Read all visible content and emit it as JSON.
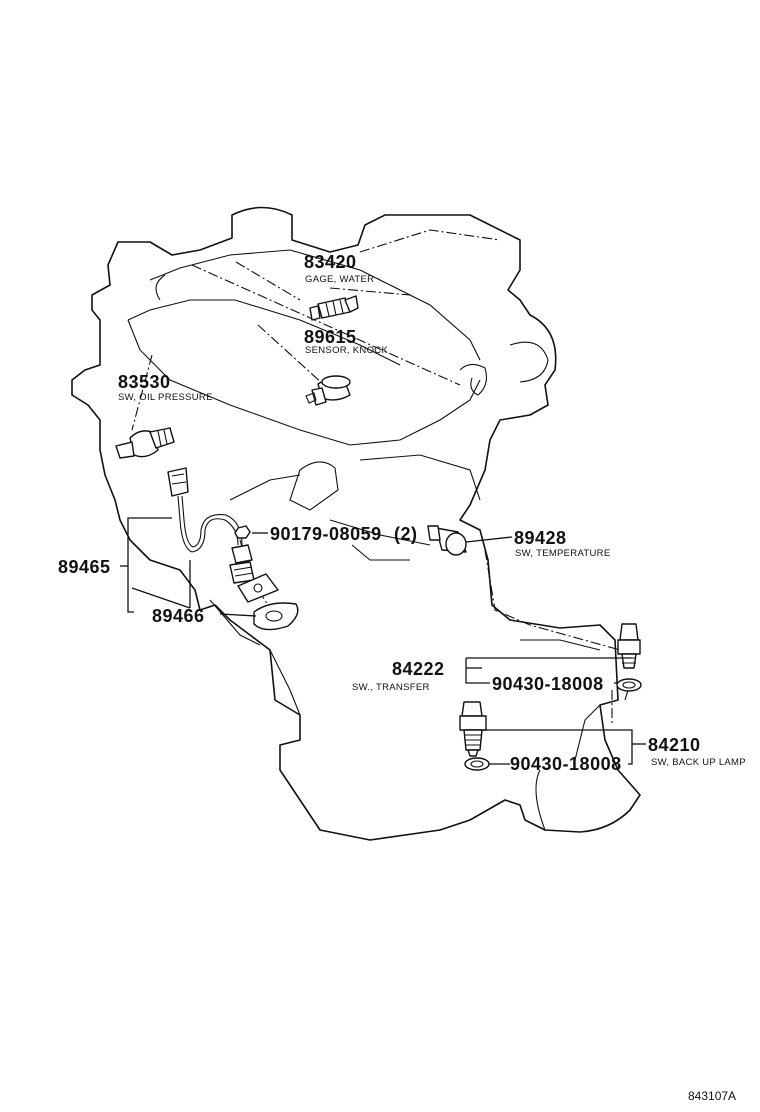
{
  "diagram_code": "843107A",
  "parts": {
    "p83420": {
      "number": "83420",
      "desc": "GAGE, WATER"
    },
    "p89615": {
      "number": "89615",
      "desc": "SENSOR, KNOCK"
    },
    "p83530": {
      "number": "83530",
      "desc": "SW, OIL PRESSURE"
    },
    "p90179": {
      "number": "90179-08059",
      "qty": "(2)"
    },
    "p89428": {
      "number": "89428",
      "desc": "SW, TEMPERATURE"
    },
    "p89465": {
      "number": "89465"
    },
    "p89466": {
      "number": "89466"
    },
    "p84222": {
      "number": "84222",
      "desc": "SW., TRANSFER"
    },
    "p90430a": {
      "number": "90430-18008"
    },
    "p84210": {
      "number": "84210",
      "desc": "SW, BACK UP LAMP"
    },
    "p90430b": {
      "number": "90430-18008"
    }
  }
}
